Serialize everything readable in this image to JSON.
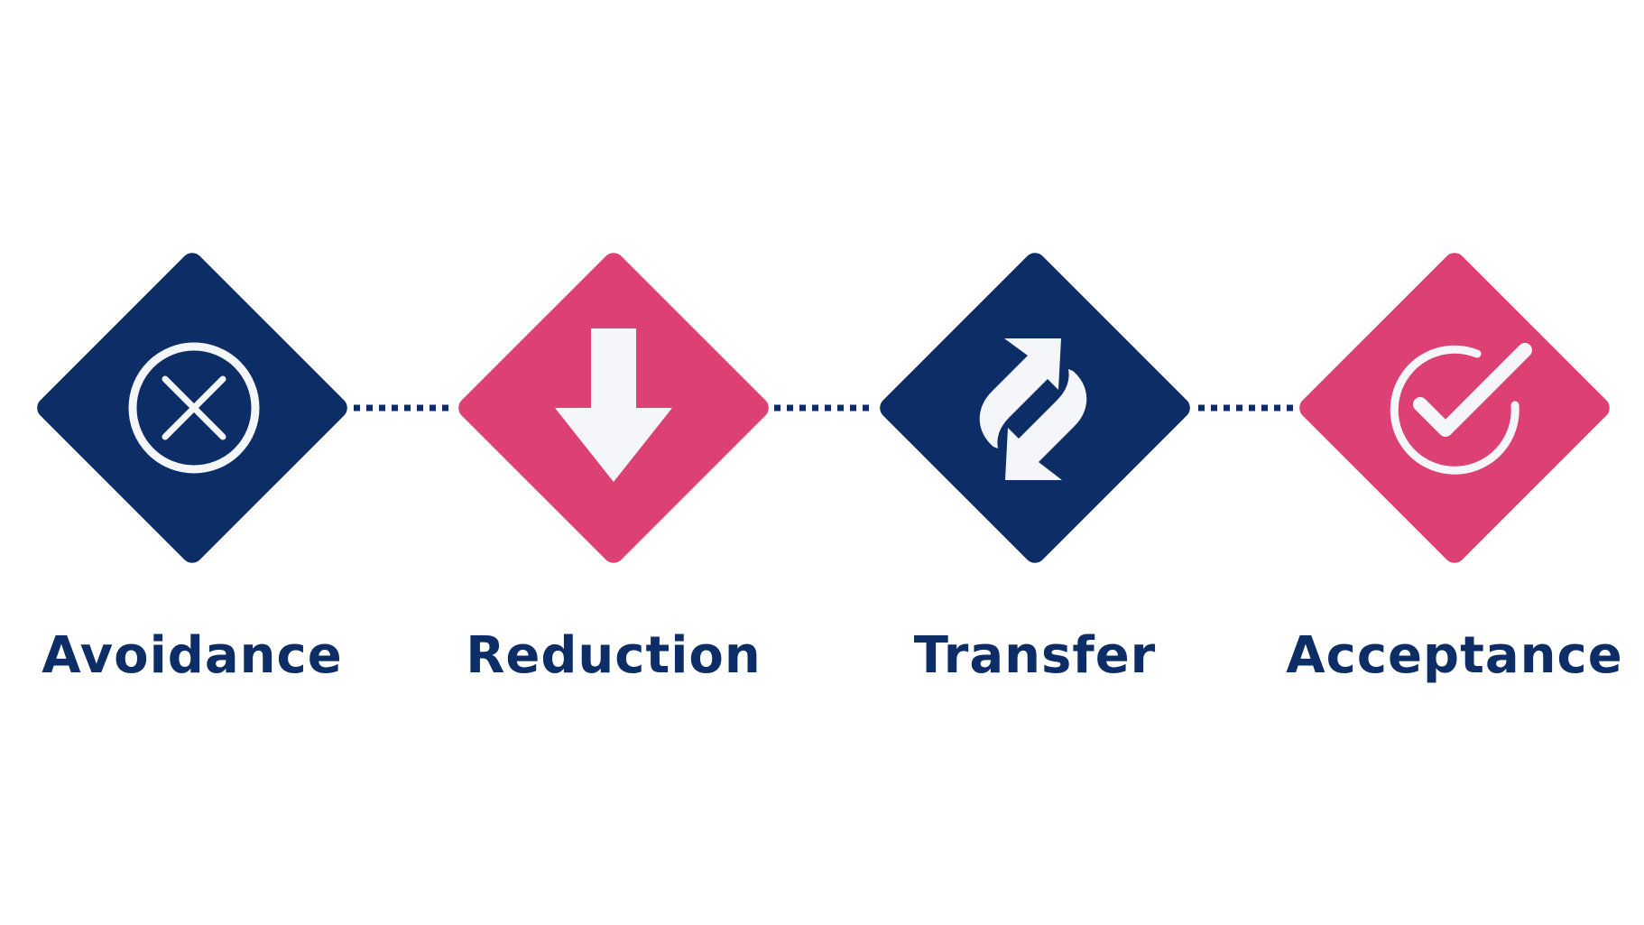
{
  "colors": {
    "navy": "#0d2d66",
    "pink": "#dd4174",
    "icon": "#f5f6fa",
    "connector": "#0d2d66",
    "label": "#0d2d66"
  },
  "steps": [
    {
      "label": "Avoidance",
      "color": "navy",
      "icon": "x-circle-icon"
    },
    {
      "label": "Reduction",
      "color": "pink",
      "icon": "arrow-down-icon"
    },
    {
      "label": "Transfer",
      "color": "navy",
      "icon": "swap-arrows-icon"
    },
    {
      "label": "Acceptance",
      "color": "pink",
      "icon": "check-circle-icon"
    }
  ]
}
